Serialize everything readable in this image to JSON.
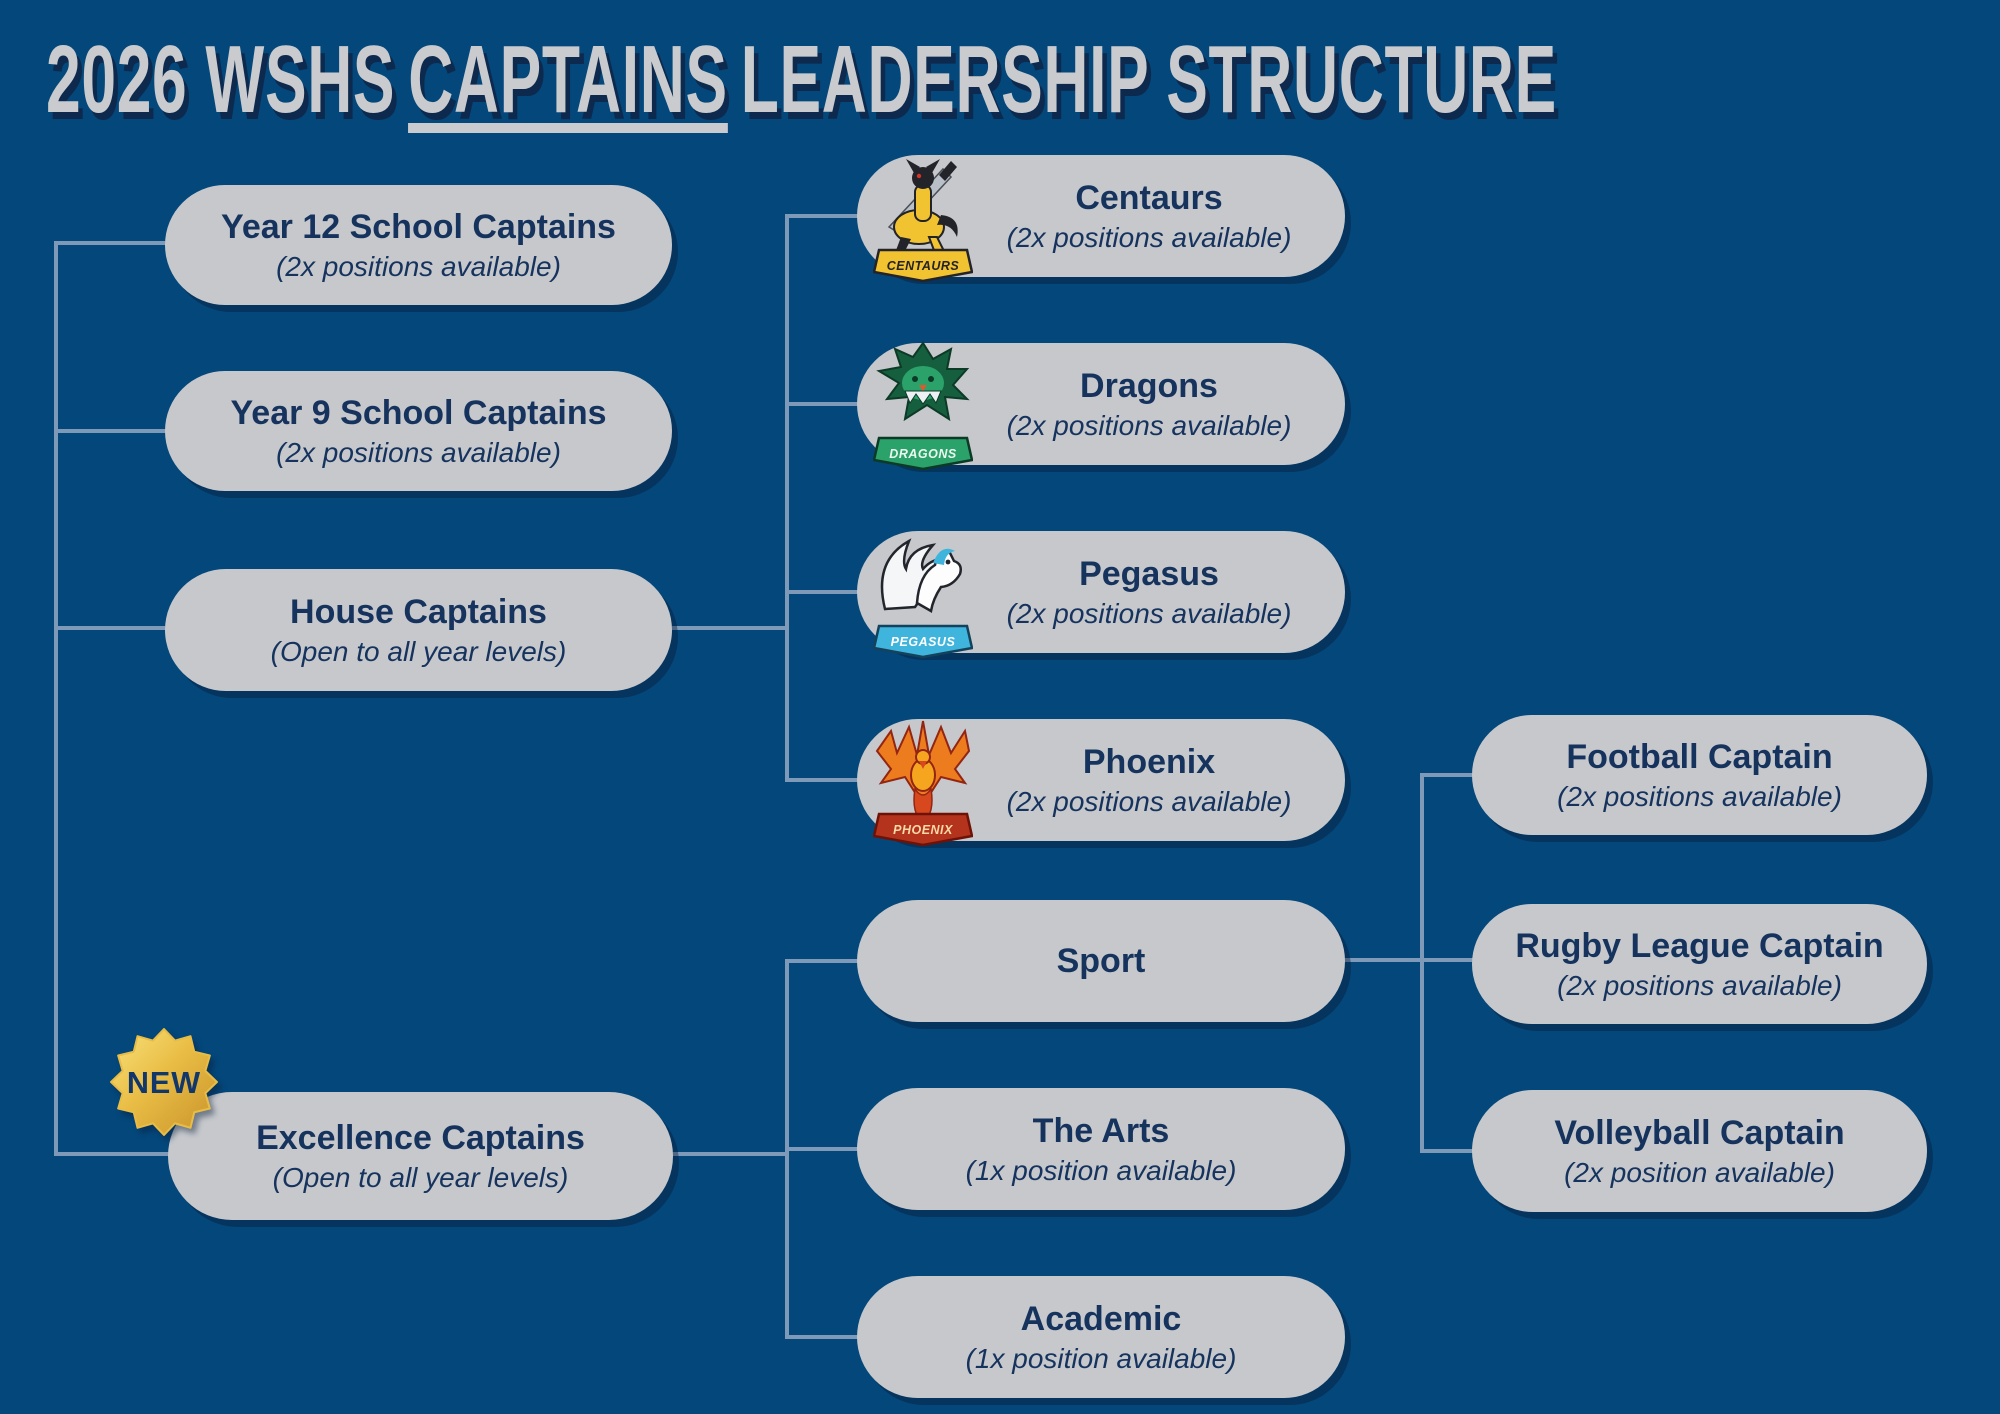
{
  "title": {
    "prefix": "2026 WSHS",
    "underlined": "CAPTAINS",
    "suffix": "LEADERSHIP STRUCTURE"
  },
  "badge": {
    "label": "NEW"
  },
  "left_column": {
    "year12": {
      "title": "Year 12 School Captains",
      "subtitle": "(2x positions available)"
    },
    "year9": {
      "title": "Year 9 School Captains",
      "subtitle": "(2x positions available)"
    },
    "house": {
      "title": "House Captains",
      "subtitle": "(Open to all year levels)"
    },
    "excellence": {
      "title": "Excellence Captains",
      "subtitle": "(Open to all year levels)"
    }
  },
  "houses": {
    "centaurs": {
      "title": "Centaurs",
      "subtitle": "(2x positions available)",
      "logo_text": "CENTAURS"
    },
    "dragons": {
      "title": "Dragons",
      "subtitle": "(2x positions available)",
      "logo_text": "DRAGONS"
    },
    "pegasus": {
      "title": "Pegasus",
      "subtitle": "(2x positions available)",
      "logo_text": "PEGASUS"
    },
    "phoenix": {
      "title": "Phoenix",
      "subtitle": "(2x positions available)",
      "logo_text": "PHOENIX"
    }
  },
  "excellence_areas": {
    "sport": {
      "title": "Sport",
      "subtitle": ""
    },
    "arts": {
      "title": "The Arts",
      "subtitle": "(1x position available)"
    },
    "academic": {
      "title": "Academic",
      "subtitle": "(1x position available)"
    }
  },
  "sport_captains": {
    "football": {
      "title": "Football Captain",
      "subtitle": "(2x positions available)"
    },
    "rugby": {
      "title": "Rugby League Captain",
      "subtitle": "(2x positions available)"
    },
    "volleyball": {
      "title": "Volleyball Captain",
      "subtitle": "(2x position available)"
    }
  },
  "colors": {
    "background": "#04477b",
    "box_fill": "#c6c8cc",
    "text_navy": "#16335e",
    "connector": "#7e9ab8",
    "title_gray": "#c9cbce",
    "badge_gold": "#e9bd45",
    "centaurs_yellow": "#f2c330",
    "dragons_green": "#2ca26b",
    "pegasus_blue": "#3fb4dc",
    "phoenix_orange": "#ed7c1e"
  }
}
